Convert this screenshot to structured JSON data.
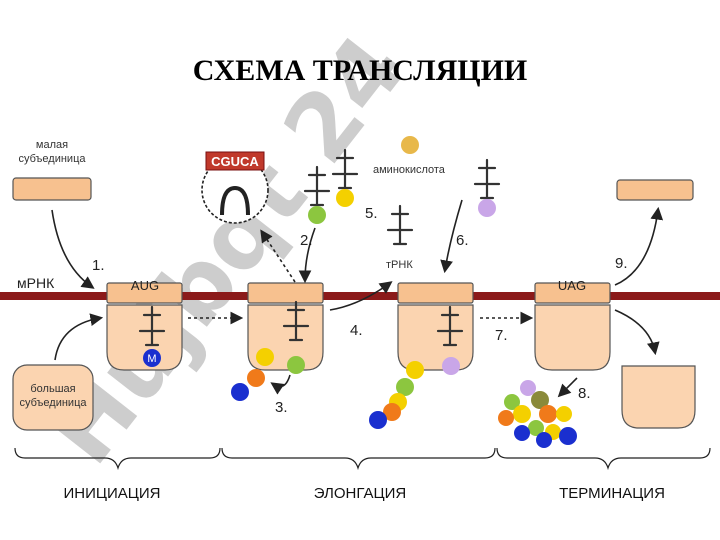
{
  "title": "СХЕМА  ТРАНСЛЯЦИИ",
  "labels": {
    "small_subunit": [
      "малая",
      "субъединица"
    ],
    "large_subunit": [
      "большая",
      "субъединица"
    ],
    "mrna": "мРНК",
    "trna": "тРНК",
    "amino_acid": "аминокислота",
    "start_codon": "AUG",
    "stop_codon": "UAG",
    "met": "M",
    "anticodon_box": "CGUCA"
  },
  "steps": [
    "1.",
    "2.",
    "3.",
    "4.",
    "5.",
    "6.",
    "7.",
    "8.",
    "9."
  ],
  "stages": [
    "ИНИЦИАЦИЯ",
    "ЭЛОНГАЦИЯ",
    "ТЕРМИНАЦИЯ"
  ],
  "watermark": "Hujbqt 24",
  "colors": {
    "mrna": "#8b1a1a",
    "ribosome": "#f7c18f",
    "aa_yellow": "#f4d000",
    "aa_green": "#8cc63f",
    "aa_orange": "#f07a1a",
    "aa_blue": "#1a2fcf",
    "aa_purple": "#c9a6e8",
    "aa_gold": "#e8b84a",
    "aa_olive": "#8a8a3a"
  }
}
